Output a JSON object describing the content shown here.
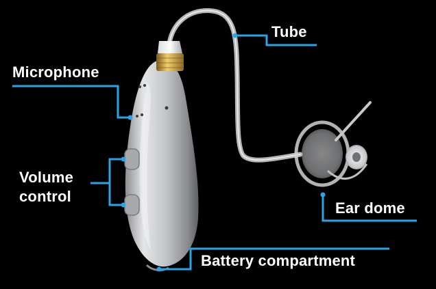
{
  "labels": {
    "tube": "Tube",
    "microphone": "Microphone",
    "volume_line1": "Volume",
    "volume_line2": "control",
    "ear_dome": "Ear dome",
    "battery": "Battery compartment"
  },
  "colors": {
    "background": "#000000",
    "leader_line": "#2ba3e6",
    "label_text": "#ffffff",
    "device_body": "#c9cacc"
  }
}
